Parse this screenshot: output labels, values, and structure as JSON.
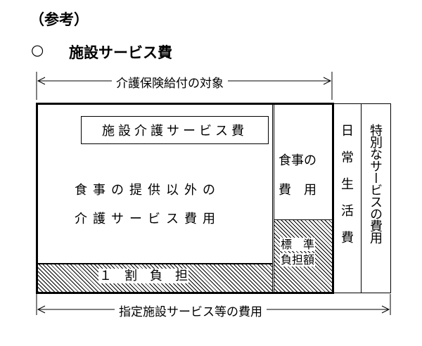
{
  "headings": {
    "reference": "（参考）",
    "circle": "○",
    "title": "施設サービス費"
  },
  "diagram": {
    "top_arrow_label": "介護保険給付の対象",
    "bottom_arrow_label": "指定施設サービス等の費用",
    "service_box_title": "施設介護サービス費",
    "main_text_line1": "食事の提供以外の",
    "main_text_line2": "介護サービス費用",
    "one_share": "１　割　負　担",
    "meal_cost_line1": "食事の",
    "meal_cost_line2": "費　用",
    "standard_line1": "標　準",
    "standard_line2": "負担額",
    "daily_living": "日常生活費",
    "special_cost": "特別なサービスの費用"
  }
}
